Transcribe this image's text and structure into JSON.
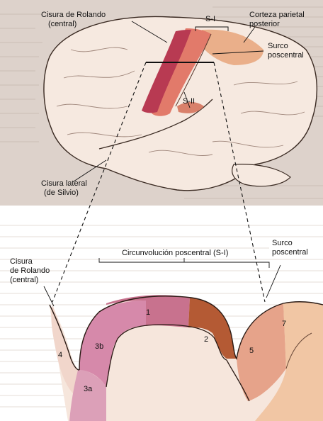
{
  "labels": {
    "rolando_top_1": "Cisura de Rolando",
    "rolando_top_2": "(central)",
    "s1_top": "S-I",
    "parietal_1": "Corteza parietal",
    "parietal_2": "posterior",
    "surco_top_1": "Surco",
    "surco_top_2": "poscentral",
    "s2": "S-II",
    "lateral_1": "Cisura lateral",
    "lateral_2": "(de Silvio)",
    "circunvolucion": "Circunvolución poscentral (S-I)",
    "surco_bot_1": "Surco",
    "surco_bot_2": "poscentral",
    "rolando_bot_1": "Cisura",
    "rolando_bot_2": "de Rolando",
    "rolando_bot_3": "(central)"
  },
  "areas": [
    "4",
    "3a",
    "3b",
    "1",
    "2",
    "5",
    "7"
  ],
  "colors": {
    "background_text": "#d9cfc8",
    "brain_fill": "#f4e6dc",
    "brain_stroke": "#3a2a22",
    "area_4": "#f0d4c8",
    "area_3a": "#d99bb4",
    "area_3b": "#d58aa8",
    "area_1": "#c9728e",
    "area_2": "#b45a34",
    "area_5": "#e4a080",
    "area_7": "#f0c3a0",
    "s1_strip_dark": "#b63c52",
    "s1_strip_light": "#e06a6a",
    "parietal": "#e8a57a"
  }
}
